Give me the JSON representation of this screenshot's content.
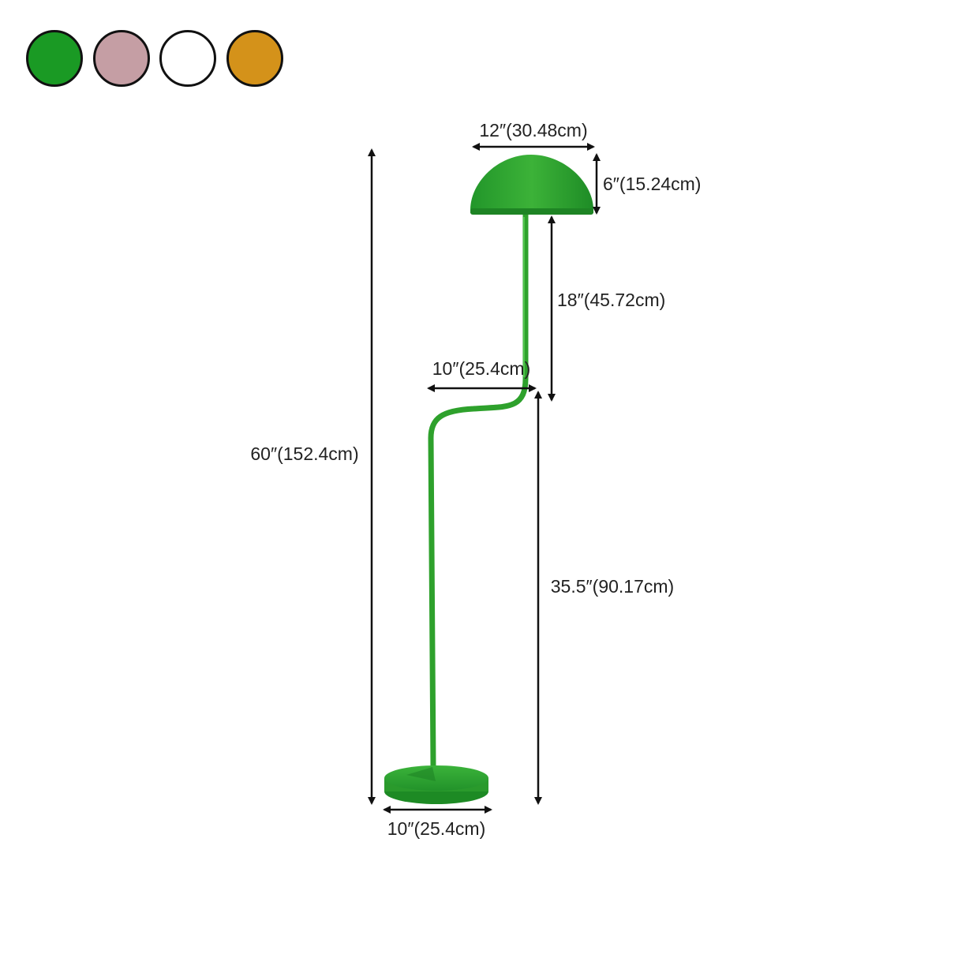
{
  "color_options": [
    {
      "name": "green",
      "hex": "#1a9a24"
    },
    {
      "name": "pink",
      "hex": "#c59ea4"
    },
    {
      "name": "white",
      "hex": "#ffffff"
    },
    {
      "name": "amber",
      "hex": "#d4921a"
    }
  ],
  "lamp_color": "#2ea12c",
  "dimensions": {
    "shade_width": "12″(30.48cm)",
    "shade_height": "6″(15.24cm)",
    "upper_stem": "18″(45.72cm)",
    "offset": "10″(25.4cm)",
    "total_height": "60″(152.4cm)",
    "lower_stem": "35.5″(90.17cm)",
    "base_width": "10″(25.4cm)"
  }
}
